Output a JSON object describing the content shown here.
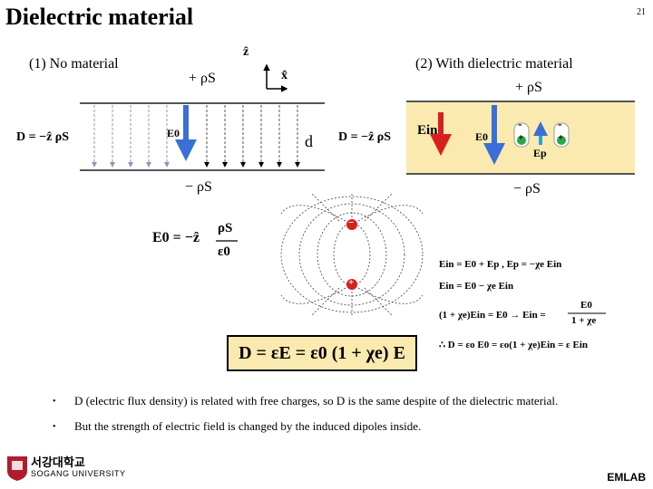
{
  "slide": {
    "title": "Dielectric material",
    "page_number": "21",
    "footer": "EMLAB"
  },
  "left_panel": {
    "label": "(1) No material",
    "top_charge": "+ ρS",
    "bottom_charge": "− ρS",
    "d_field": "D = −ẑ ρS",
    "e0_label": "E0",
    "d_label": "d",
    "e0_formula_lhs": "E0 = −ẑ",
    "e0_formula_num": "ρS",
    "e0_formula_den": "ε0"
  },
  "axes": {
    "z_label": "ẑ",
    "x_label": "x̂"
  },
  "right_panel": {
    "label": "(2) With dielectric material",
    "top_charge": "+ ρS",
    "bottom_charge": "− ρS",
    "d_field": "D = −ẑ ρS",
    "ein_label": "Ein",
    "e0_label": "E0",
    "ep_label": "Ep",
    "dipole_minus": "-",
    "dipole_plus": "+"
  },
  "dipole_diagram": {
    "neg": "−",
    "pos": "+"
  },
  "equations": {
    "line1": "Ein = E0 + Ep ,     Ep = −χe Ein",
    "line2": "Ein = E0 − χe Ein",
    "line3_left": "(1 + χe)Ein = E0 → Ein =",
    "line3_num": "E0",
    "line3_den": "1 + χe",
    "line4": "∴ D = εo E0 = εo(1 + χe)Ein = ε Ein"
  },
  "boxed_equation": "D = εE = ε0 (1 + χe) E",
  "bullets": [
    "D (electric flux density) is related with free charges, so D is the same despite of the dielectric material.",
    "But the strength of electric field is changed by the induced dipoles inside."
  ],
  "logo": {
    "korean": "서강대학교",
    "english": "SOGANG UNIVERSITY"
  },
  "colors": {
    "field_blue": "#3a6fd8",
    "ein_red": "#d81f1f",
    "ep_cyan": "#22aadd",
    "dielectric_fill": "#fbeab0",
    "box_fill": "#fbeab0",
    "logo_red": "#b01c2e"
  }
}
